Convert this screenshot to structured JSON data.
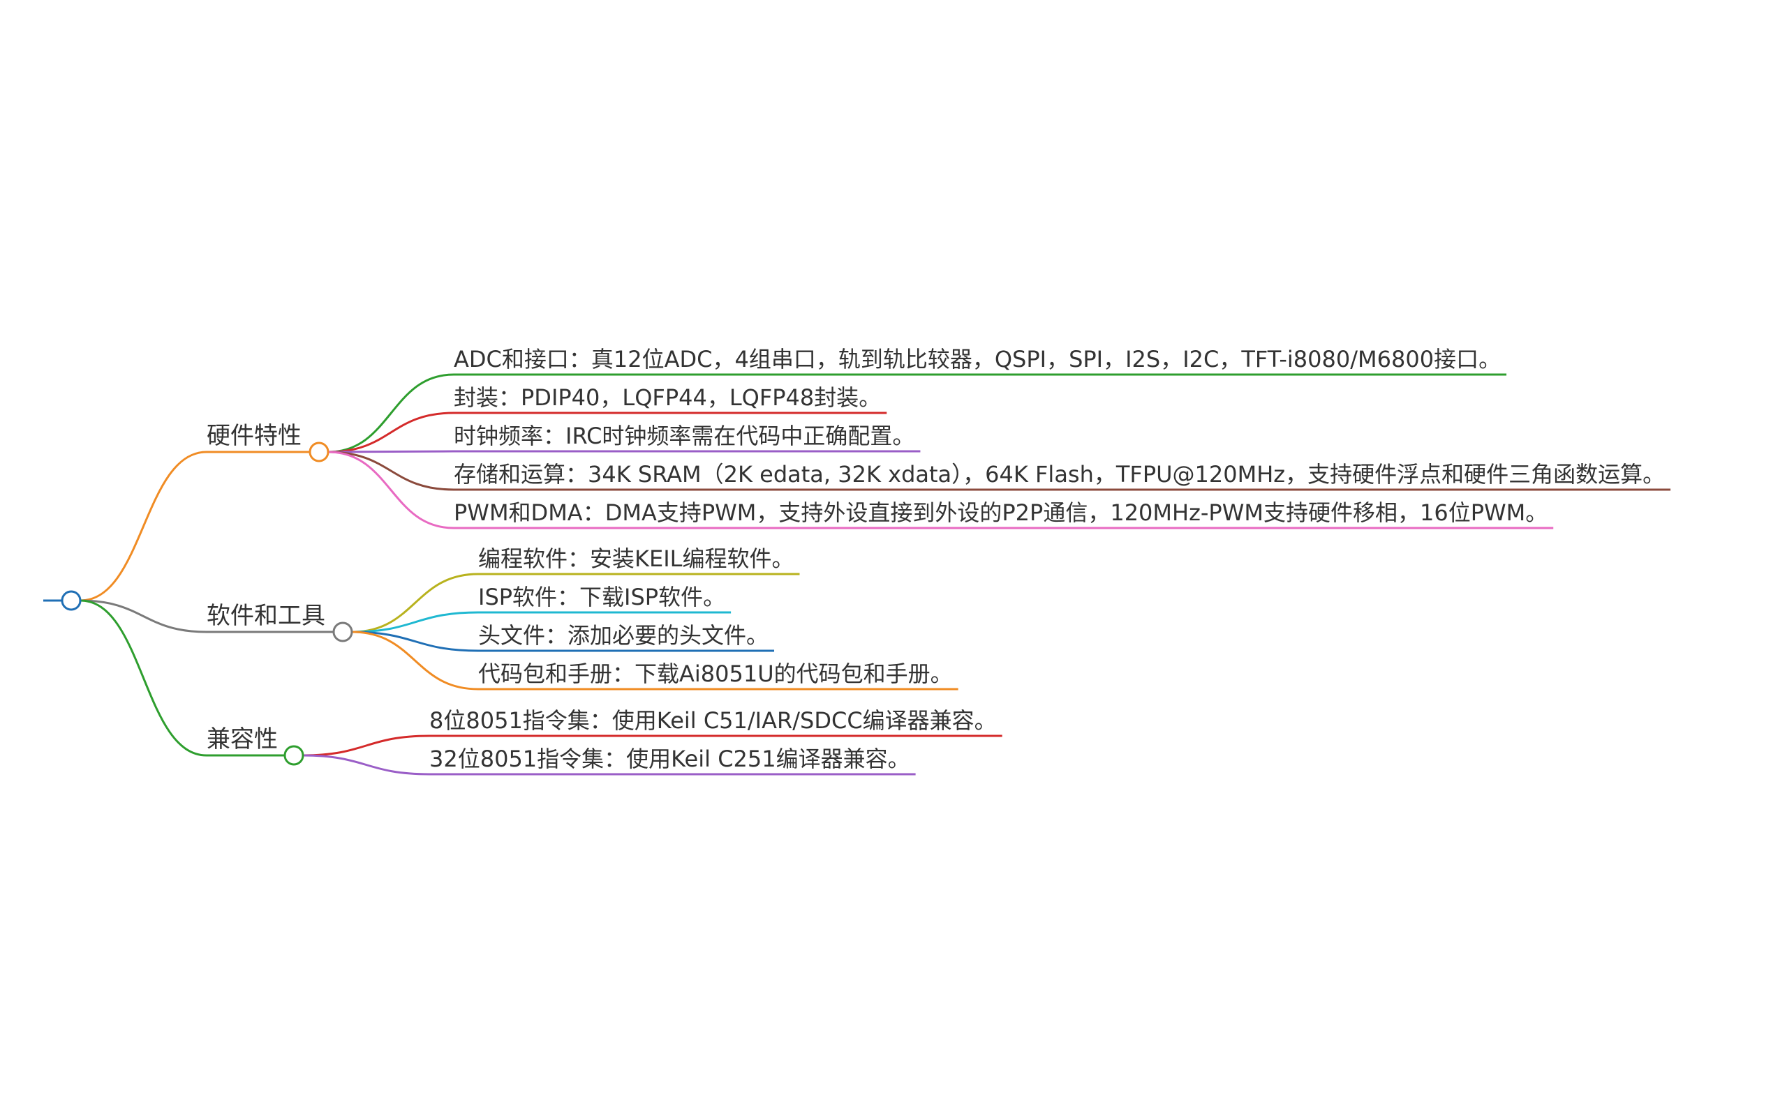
{
  "root": {
    "color": "#1f6fb5"
  },
  "branches": [
    {
      "label": "硬件特性",
      "color": "#f08c24",
      "leaves": [
        {
          "text": "ADC和接口：真12位ADC，4组串口，轨到轨比较器，QSPI，SPI，I2S，I2C，TFT-i8080/M6800接口。",
          "color": "#2e9e2e"
        },
        {
          "text": "封装：PDIP40，LQFP44，LQFP48封装。",
          "color": "#d42a2a"
        },
        {
          "text": "时钟频率：IRC时钟频率需在代码中正确配置。",
          "color": "#9a5ec7"
        },
        {
          "text": "存储和运算：34K SRAM（2K edata, 32K xdata），64K Flash，TFPU@120MHz，支持硬件浮点和硬件三角函数运算。",
          "color": "#8b4a3c"
        },
        {
          "text": "PWM和DMA：DMA支持PWM，支持外设直接到外设的P2P通信，120MHz-PWM支持硬件移相，16位PWM。",
          "color": "#e86ac2"
        }
      ]
    },
    {
      "label": "软件和工具",
      "color": "#7a7a7a",
      "leaves": [
        {
          "text": "编程软件：安装KEIL编程软件。",
          "color": "#b8b21e"
        },
        {
          "text": "ISP软件：下载ISP软件。",
          "color": "#1fb8d1"
        },
        {
          "text": "头文件：添加必要的头文件。",
          "color": "#1f6fb5"
        },
        {
          "text": "代码包和手册：下载Ai8051U的代码包和手册。",
          "color": "#f08c24"
        }
      ]
    },
    {
      "label": "兼容性",
      "color": "#2e9e2e",
      "leaves": [
        {
          "text": "8位8051指令集：使用Keil C51/IAR/SDCC编译器兼容。",
          "color": "#d42a2a"
        },
        {
          "text": "32位8051指令集：使用Keil C251编译器兼容。",
          "color": "#9a5ec7"
        }
      ]
    }
  ]
}
